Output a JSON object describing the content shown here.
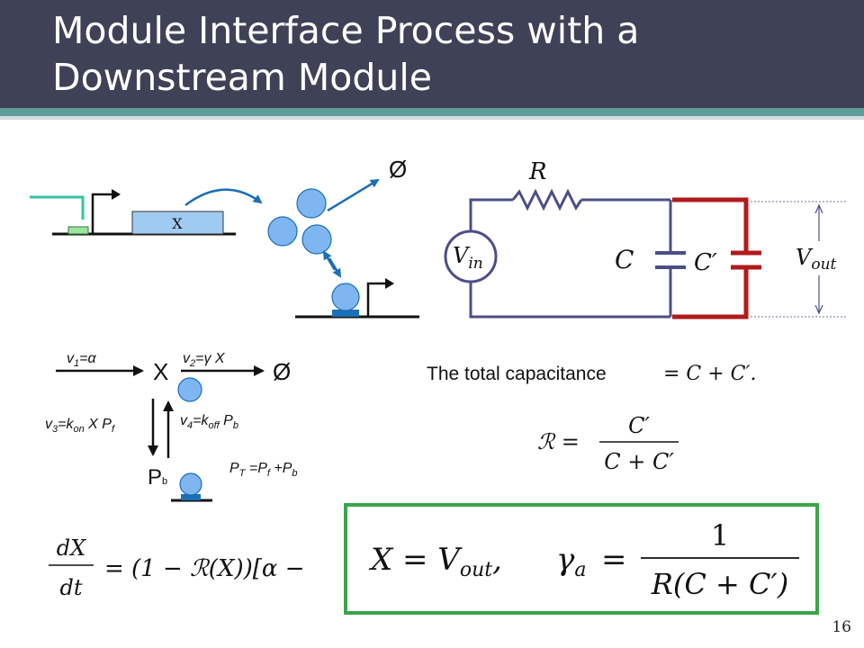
{
  "slide": {
    "title_line1": "Module Interface Process with a",
    "title_line2": "Downstream Module",
    "page_number": "16"
  },
  "gene_diagram": {
    "gene_label": "X",
    "degradation_symbol": "Ø"
  },
  "circuit": {
    "resistor_label": "R",
    "source_label_main": "V",
    "source_label_sub": "in",
    "cap1_label": "C",
    "cap2_label": "C′",
    "output_label_main": "V",
    "output_label_sub": "out"
  },
  "reaction": {
    "v1_main": "v",
    "v1_sub": "1",
    "v1_rhs": "=α",
    "v2_main": "v",
    "v2_sub": "2",
    "v2_rhs": "=γ X",
    "v3_main": "v",
    "v3_sub": "3",
    "v3_mid": "=k",
    "v3_k_sub": "on",
    "v3_rhs": " X P",
    "v3_p_sub": "f",
    "v4_main": "v",
    "v4_sub": "4",
    "v4_mid": "=k",
    "v4_k_sub": "off",
    "v4_rhs": " P",
    "v4_p_sub": "b",
    "species_x": "X",
    "species_empty": "Ø",
    "species_p": "P",
    "species_p_sub": "b",
    "pt_lhs": "P",
    "pt_lhs_sub": "T",
    "pt_mid": " =P",
    "pt_mid_sub": "f",
    "pt_rhs": " +P",
    "pt_rhs_sub": "b"
  },
  "equations": {
    "total_capacitance_text": "The total capacitance",
    "total_capacitance_math": "= C + C′.",
    "ratio_lhs": "ℛ =",
    "ratio_num": "C′",
    "ratio_den": "C + C′",
    "ode_num": "dX",
    "ode_den": "dt",
    "ode_rhs": "= (1 − ℛ(X))[α −",
    "box_x": "X = V",
    "box_x_sub": "out",
    "box_x_comma": ",",
    "box_gamma": "γ",
    "box_gamma_sub": "a",
    "box_eq": "=",
    "box_num": "1",
    "box_den": "R(C + C′)"
  },
  "colors": {
    "header_bg": "#3f4257",
    "teal_band": "#5d9c97",
    "wire": "#4c4f85",
    "red_branch": "#b01b1b",
    "molecule": "#7fb6f2",
    "arrow_blue": "#1b6fb5",
    "green_box": "#3aa54a"
  }
}
